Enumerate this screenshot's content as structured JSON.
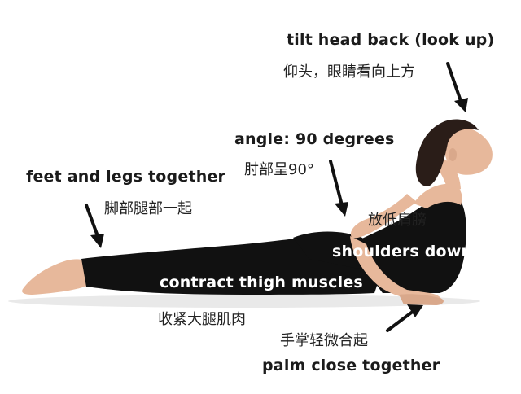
{
  "annotations": {
    "tilt_head_en": "tilt head back (look up)",
    "tilt_head_zh": "仰头，眼睛看向上方",
    "angle_en": "angle: 90 degrees",
    "angle_zh": "肘部呈90°",
    "feet_en": "feet and legs together",
    "feet_zh": "脚部腿部一起",
    "shoulders_zh": "放低肩膀",
    "shoulders_en": "shoulders down",
    "thigh_en": "contract thigh muscles",
    "thigh_zh": "收紧大腿肌肉",
    "palm_zh": "手掌轻微合起",
    "palm_en": "palm close together"
  },
  "colors": {
    "background": "#ffffff",
    "outfit": "#111111",
    "skin": "#e7b89b",
    "hair": "#2a1d18",
    "text": "#1b1b1b",
    "arrow": "#111111"
  }
}
